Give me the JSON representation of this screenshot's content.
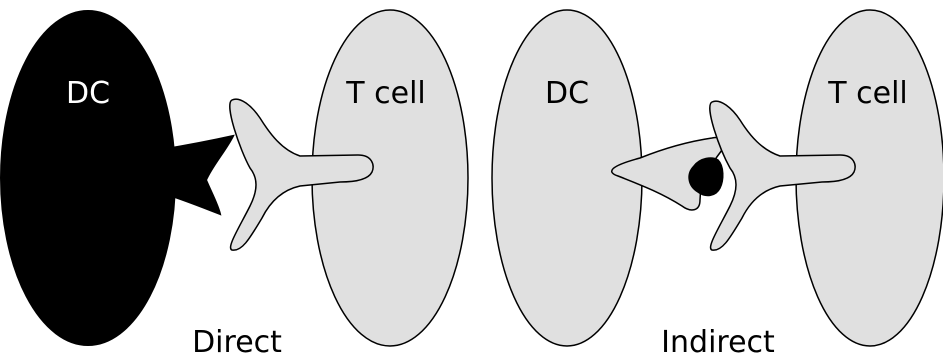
{
  "panels": [
    {
      "caption": "Direct",
      "dc_label": "DC",
      "tcell_label": "T cell",
      "dc_fill": "#000000",
      "dc_label_color": "#ffffff"
    },
    {
      "caption": "Indirect",
      "dc_label": "DC",
      "tcell_label": "T cell",
      "dc_fill": "#e0e0e0",
      "dc_label_color": "#000000"
    }
  ],
  "colors": {
    "cell_fill": "#e0e0e0",
    "stroke": "#000000",
    "black": "#000000",
    "background": "#ffffff"
  }
}
